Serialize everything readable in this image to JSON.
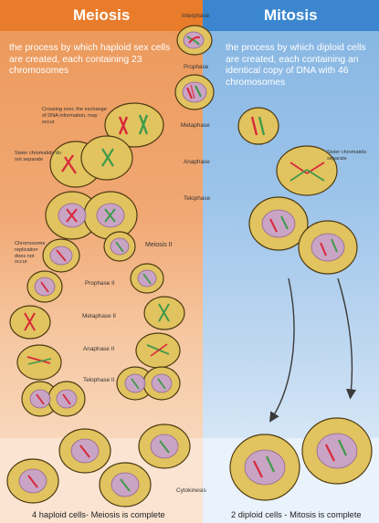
{
  "meiosis": {
    "title": "Meiosis",
    "description": "the process by which haploid sex cells are created, each containing 23 chromosomes",
    "notes": {
      "crossing_over": "Crossing over, the exchange of DNA information, may occur",
      "sister_not_separate": "Sister chromatids do not separate",
      "no_replication": "Chromosome replication does not occur"
    },
    "meiosis_ii": "Meiosis II",
    "phases_ii": {
      "prophase": "Prophase II",
      "metaphase": "Metaphase II",
      "anaphase": "Anaphase II",
      "telophase": "Telophase II"
    },
    "footer": "4 haploid cells- Meiosis is complete"
  },
  "mitosis": {
    "title": "Mitosis",
    "description": "the process by which diploid cells are created, each containing an identical copy of DNA with 46 chromosomes",
    "notes": {
      "sister_separate": "Sister chromatids separate"
    },
    "footer": "2 diploid cells - Mitosis is complete"
  },
  "phases": {
    "interphase": "Interphase",
    "prophase": "Prophase",
    "metaphase": "Metaphase",
    "anaphase": "Anaphase",
    "telophase": "Telophase",
    "cytokinesis": "Cytokinesis"
  },
  "colors": {
    "meiosis_header": "#e97c2b",
    "mitosis_header": "#3b86cf",
    "cell_fill": "#e1c35f",
    "nucleus_fill": "#c7a1cf",
    "chromosome_red": "#d8283a",
    "chromosome_green": "#3f9a4a"
  }
}
